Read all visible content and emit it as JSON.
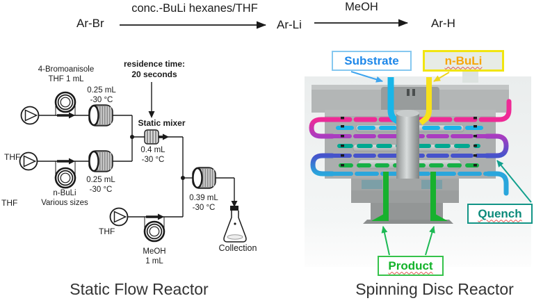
{
  "scheme": {
    "reactant": "Ar-Br",
    "step1_reagent": "conc.-BuLi hexanes/THF",
    "intermediate": "Ar-Li",
    "step2_reagent": "MeOH",
    "product": "Ar-H"
  },
  "flow_reactor": {
    "caption": "Static Flow Reactor",
    "pump1_label": "THF",
    "pump2_label": "THF",
    "pump3_label": "THF",
    "loop1_label": "4-Bromoanisole\nTHF 1 mL",
    "loop2_label": "n-BuLi\nVarious sizes",
    "loop3_label": "MeOH\n1 mL",
    "coil1_label": "0.25 mL\n-30 °C",
    "coil2_label": "0.25 mL\n-30 °C",
    "coil3_label": "0.39 mL\n-30 °C",
    "residence_label": "residence time:\n20 seconds",
    "mixer_label": "Static mixer",
    "mixer_vol_label": "0.4 mL\n-30 °C",
    "collection_label": "Collection"
  },
  "disc_reactor": {
    "caption": "Spinning Disc Reactor",
    "substrate_label": "Substrate",
    "nbuli_label": "n-BuLi",
    "quench_label": "Quench",
    "product_label": "Product",
    "colors": {
      "substrate_text": "#1d87e9",
      "substrate_border": "#86c8f0",
      "nbuli_text": "#f6a60a",
      "nbuli_border": "#f1e50f",
      "nbuli_bg": "#e7ece6",
      "quench_text": "#0b8a7a",
      "quench_border": "#129486",
      "product_text": "#13b32a",
      "product_border": "#35c24a",
      "substrate_stream": "#19b5e8",
      "nbuli_stream": "#f7e11c",
      "stream_pink": "#ee2a96",
      "stream_purple": "#aa3cc0",
      "stream_teal": "#00a890",
      "stream_indigo": "#4653cb",
      "stream_blue": "#2aa6dc",
      "stream_green": "#17b12e"
    }
  }
}
